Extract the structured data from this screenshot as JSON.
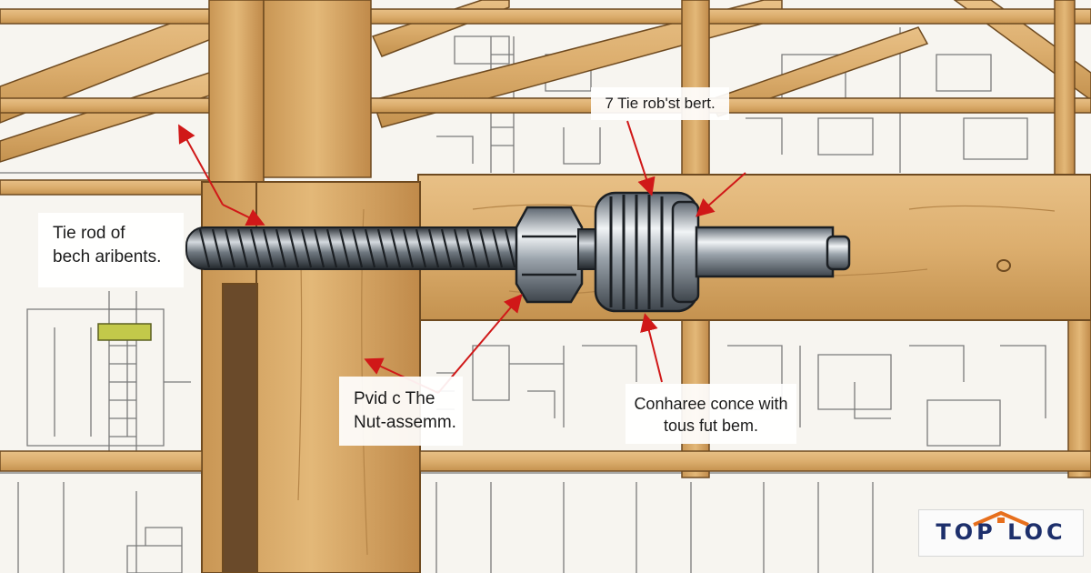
{
  "callouts": {
    "top": "7 Tie rob'st bert.",
    "left": [
      "Tie rod of",
      "bech aribents."
    ],
    "middle": [
      "Pvid c The",
      "Nut-assemm."
    ],
    "right": [
      "Conharee conce with",
      "tous fut bem."
    ]
  },
  "logo": {
    "text": "TOP LOC",
    "roof_color": "#e76f1c",
    "text_color": "#1d2f6b"
  },
  "colors": {
    "wood": "#d9ac6c",
    "wood_dark": "#b07c40",
    "annotation": "#d01818",
    "steel": "#9aa3ab",
    "sketch": "#6b6b6b"
  },
  "icons": [
    "threaded-rod-icon",
    "hex-nut-icon",
    "knurled-coupler-icon",
    "roof-house-icon"
  ]
}
